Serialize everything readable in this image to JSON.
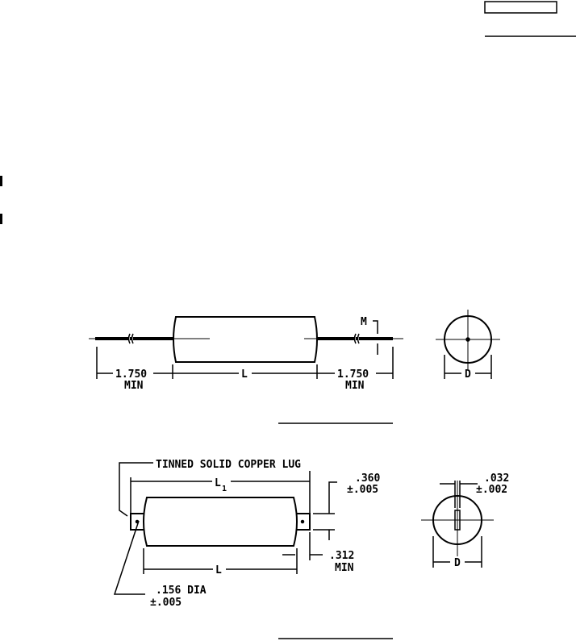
{
  "figure1": {
    "lead_length_left": "1.750",
    "lead_length_left_note": "MIN",
    "lead_length_right": "1.750",
    "lead_length_right_note": "MIN",
    "body_length": "L",
    "lead_dim": "M",
    "diameter": "D"
  },
  "figure2": {
    "lug_callout": "TINNED SOLID COPPER LUG",
    "overall_length": "L",
    "overall_length_sub": "1",
    "body_length": "L",
    "lug_width": ".360",
    "lug_width_tol": "±.005",
    "lug_length": ".312",
    "lug_length_note": "MIN",
    "hole_dia": ".156 DIA",
    "hole_dia_tol": "±.005",
    "slot_width": ".032",
    "slot_width_tol": "±.002",
    "diameter": "D"
  }
}
